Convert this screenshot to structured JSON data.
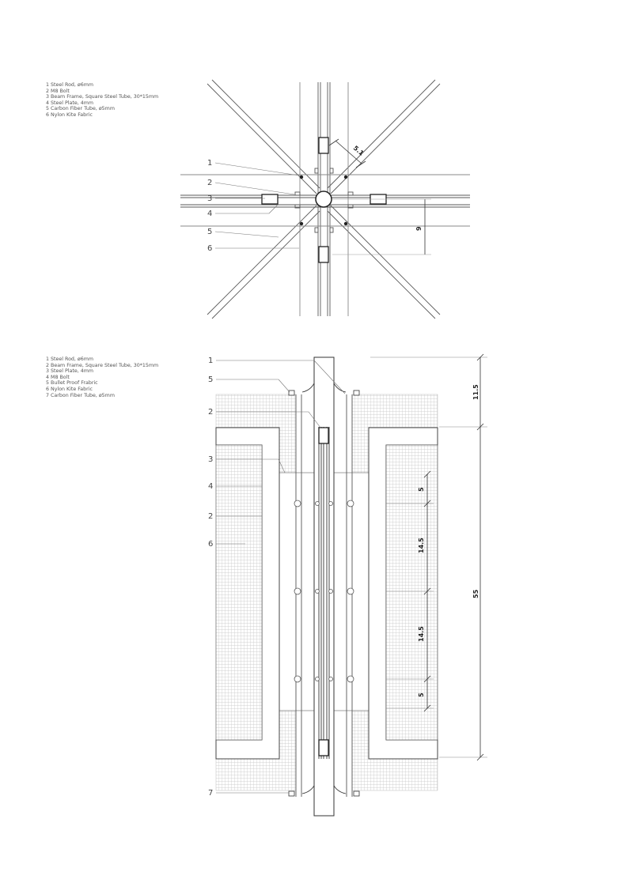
{
  "top_detail": {
    "legend": [
      "1 Steel Rod, ø6mm",
      "2 M8 Bolt",
      "3 Beam Frame, Square Steel Tube, 30*15mm",
      "4 Steel Plate, 4mm",
      "5 Carbon Fiber Tube, ø5mm",
      "6 Nylon Kite Fabric"
    ],
    "callouts": [
      "1",
      "2",
      "3",
      "4",
      "5",
      "6"
    ],
    "dimensions": [
      "5.1",
      "9"
    ]
  },
  "bottom_detail": {
    "legend": [
      "1 Steel Rod, ø6mm",
      "2 Beam Frame, Square Steel Tube, 30*15mm",
      "3 Steel Plate, 4mm",
      "4 M8 Bolt",
      "5 Bullet Proof Frabric",
      "6 Nylon Kite Fabric",
      "7 Carbon Fiber Tube, ø5mm"
    ],
    "callouts": [
      "1",
      "5",
      "2",
      "3",
      "4",
      "2",
      "6",
      "7"
    ],
    "dimensions": [
      "11.5",
      "55",
      "5",
      "14.5",
      "14.5",
      "5"
    ]
  }
}
